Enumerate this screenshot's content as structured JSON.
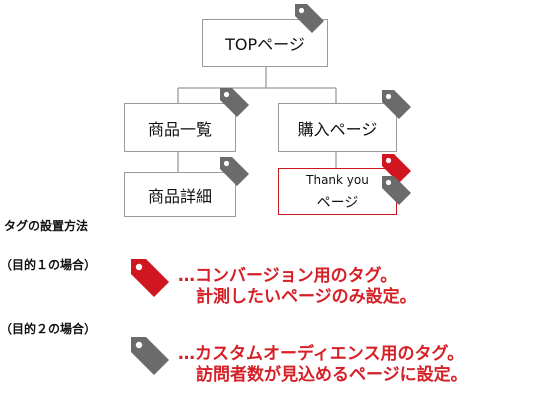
{
  "nodes": {
    "top": "TOPページ",
    "list": "商品一覧",
    "purchase": "購入ページ",
    "detail": "商品詳細",
    "thanks_line1": "Thank you",
    "thanks_line2": "ページ"
  },
  "legend": {
    "heading": "タグの設置方法",
    "case1_label": "（目的１の場合）",
    "case1_line1": "…コンバージョン用のタグ。",
    "case1_line2": "計測したいページのみ設定。",
    "case2_label": "（目的２の場合）",
    "case2_line1": "…カスタムオーディエンス用のタグ。",
    "case2_line2": "訪問者数が見込めるページに設定。"
  },
  "colors": {
    "conversion_tag": "#d0161e",
    "audience_tag": "#6b6b6b",
    "description_text": "#d62027"
  },
  "icons": [
    "price-tag-icon"
  ]
}
